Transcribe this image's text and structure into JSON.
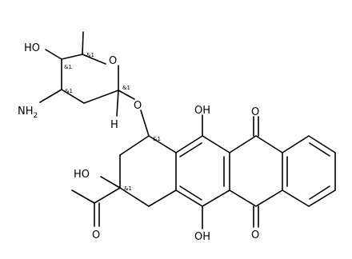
{
  "molecule": {
    "atoms": {
      "ho_sugar": "HO",
      "o_ring": "O",
      "nh2": "NH",
      "nh2_sub": "2",
      "o_glyco": "O",
      "h_anomeric": "H",
      "oh_top": "OH",
      "o_quinone_top": "O",
      "ho_ringA": "HO",
      "o_acetyl": "O",
      "oh_bottom": "OH",
      "o_quinone_bottom": "O"
    },
    "stereo_labels": {
      "c5_sugar": "&1",
      "c4_sugar": "&1",
      "c1_sugar": "&1",
      "c3_sugar": "&1",
      "c7_aglycone": "&1",
      "c9_aglycone": "&1"
    },
    "colors": {
      "bond": "#000000",
      "background": "#ffffff"
    }
  }
}
